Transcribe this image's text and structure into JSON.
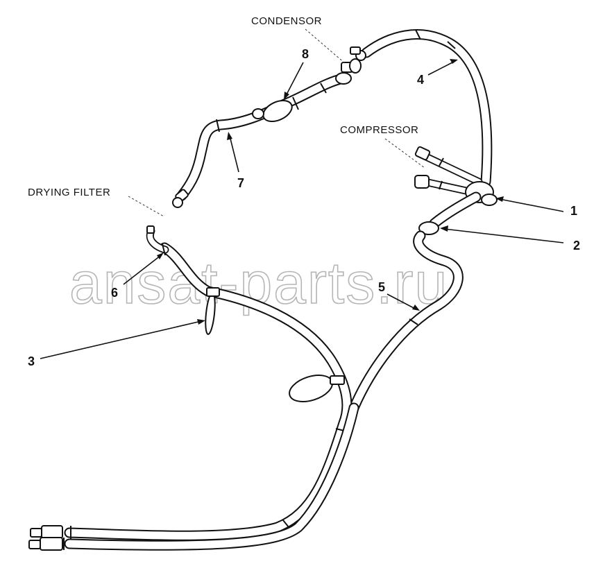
{
  "labels": {
    "condensor": "CONDENSOR",
    "compressor": "COMPRESSOR",
    "drying_filter": "DRYING FILTER"
  },
  "callouts": [
    "1",
    "2",
    "3",
    "4",
    "5",
    "6",
    "7",
    "8"
  ],
  "watermark": "ansat-parts.ru"
}
